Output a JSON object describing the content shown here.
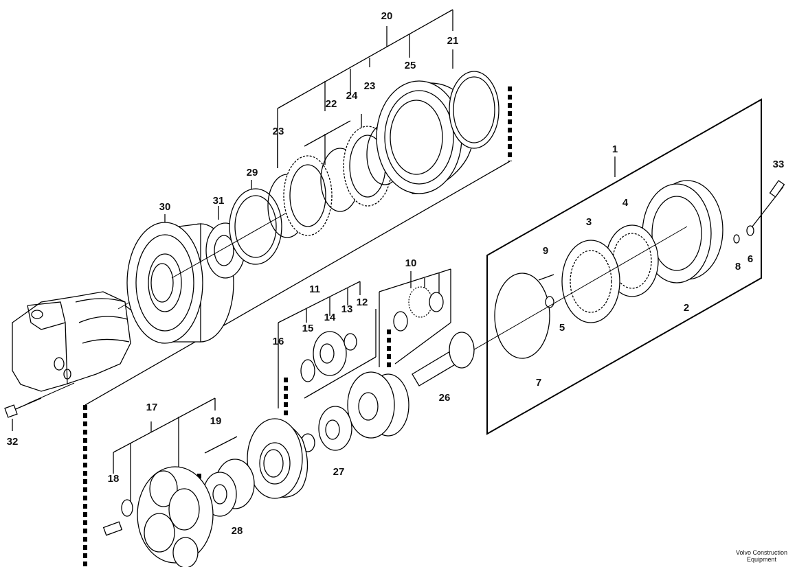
{
  "callouts": {
    "n1": "1",
    "n2": "2",
    "n3": "3",
    "n4": "4",
    "n5": "5",
    "n6": "6",
    "n7": "7",
    "n8": "8",
    "n9": "9",
    "n10": "10",
    "n11": "11",
    "n12": "12",
    "n13": "13",
    "n14": "14",
    "n15": "15",
    "n16": "16",
    "n17": "17",
    "n18": "18",
    "n19": "19",
    "n20": "20",
    "n21": "21",
    "n22": "22",
    "n23a": "23",
    "n23b": "23",
    "n24": "24",
    "n25": "25",
    "n26": "26",
    "n27": "27",
    "n28": "28",
    "n29": "29",
    "n30": "30",
    "n31": "31",
    "n32": "32",
    "n33": "33"
  },
  "credit": {
    "line1": "Volvo Construction",
    "line2": "Equipment"
  }
}
